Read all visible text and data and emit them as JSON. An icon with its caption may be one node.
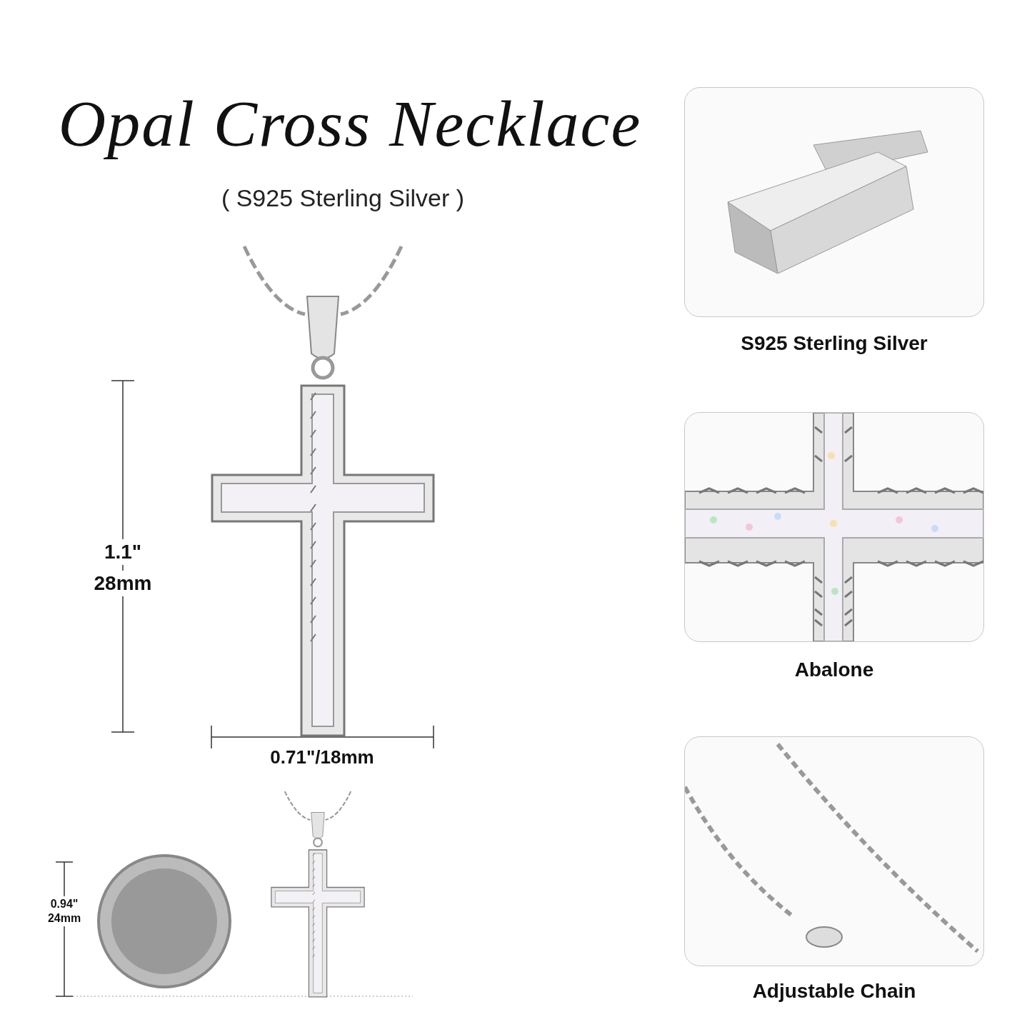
{
  "diagram": {
    "title": "Opal Cross Necklace",
    "nodes": [
      {
        "text": [],
        "shape": "picture",
        "beside": [
          "S925 Sterling Silver"
        ]
      },
      {
        "text": [],
        "shape": "picture",
        "beside": [
          "Abalone"
        ]
      },
      {
        "text": [],
        "shape": "picture",
        "beside": [
          "Adjustable Chain"
        ]
      }
    ],
    "labels": [
      "( S925 Sterling Silver )",
      "1.1\"",
      "28mm",
      "0.71\"/18mm",
      "0.94\"",
      "24mm"
    ]
  }
}
